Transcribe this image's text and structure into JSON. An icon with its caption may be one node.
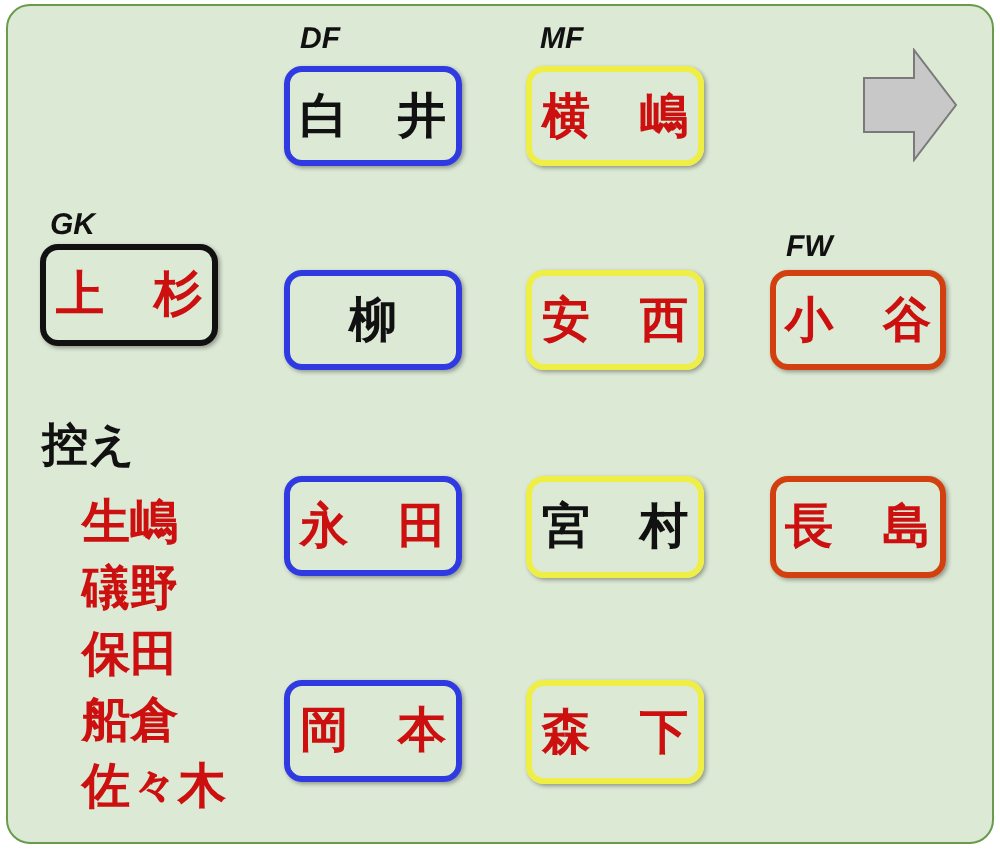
{
  "diagram": {
    "nodes": [
      {
        "text": [
          "白 井"
        ]
      },
      {
        "text": [
          "横 嶋"
        ]
      },
      {
        "text": [
          "上 杉"
        ]
      },
      {
        "text": [
          "柳"
        ]
      },
      {
        "text": [
          "安 西"
        ]
      },
      {
        "text": [
          "小 谷"
        ]
      },
      {
        "text": [
          "永 田"
        ]
      },
      {
        "text": [
          "宮 村"
        ]
      },
      {
        "text": [
          "長 島"
        ]
      },
      {
        "text": [
          "岡 本"
        ]
      },
      {
        "text": [
          "森 下"
        ]
      }
    ],
    "labels": [
      "DF",
      "MF",
      "GK",
      "FW",
      "控え",
      "生嶋",
      "礒野",
      "保田",
      "船倉",
      "佐々木"
    ]
  }
}
